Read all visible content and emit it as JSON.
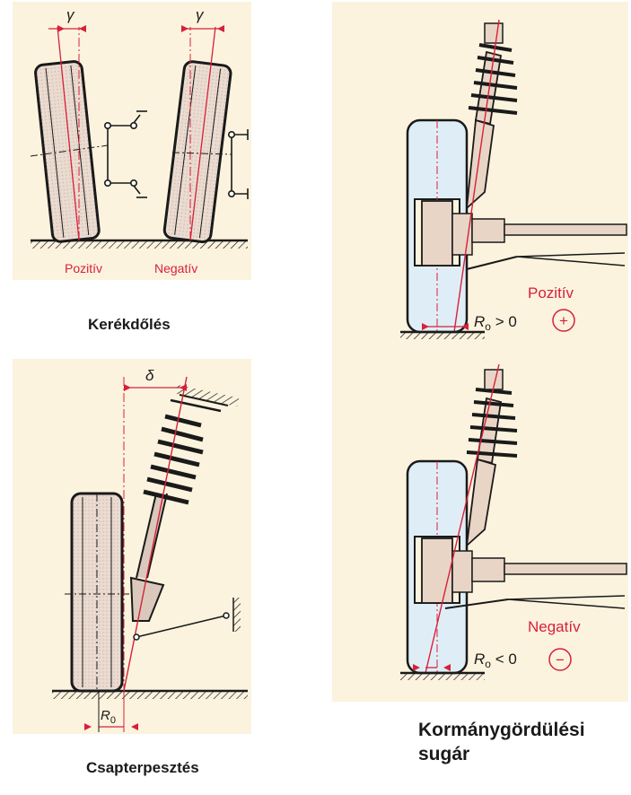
{
  "camber": {
    "title": "Kerékdőlés",
    "symbol_left": "γ",
    "symbol_right": "γ",
    "label_positive": "Pozitív",
    "sign_positive": "+",
    "label_negative": "Negatív",
    "sign_negative": "−"
  },
  "kingpin": {
    "title": "Csapterpesztés",
    "symbol": "δ",
    "offset_label": "R",
    "offset_sub": "0"
  },
  "scrub": {
    "title_line1": "Kormánygördülési",
    "title_line2": "sugár",
    "top": {
      "label": "Pozitív",
      "r": "R",
      "sub": "o",
      "relation": " > 0",
      "sign": "+"
    },
    "bottom": {
      "label": "Negatív",
      "r": "R",
      "sub": "o",
      "relation": " < 0",
      "sign": "−"
    }
  },
  "colors": {
    "accent": "#d8203a",
    "ink": "#1a1a1a",
    "panel": "#fbf3de",
    "tire_fill": "#e9d9cf",
    "wheel_fill": "#dfeef6"
  }
}
